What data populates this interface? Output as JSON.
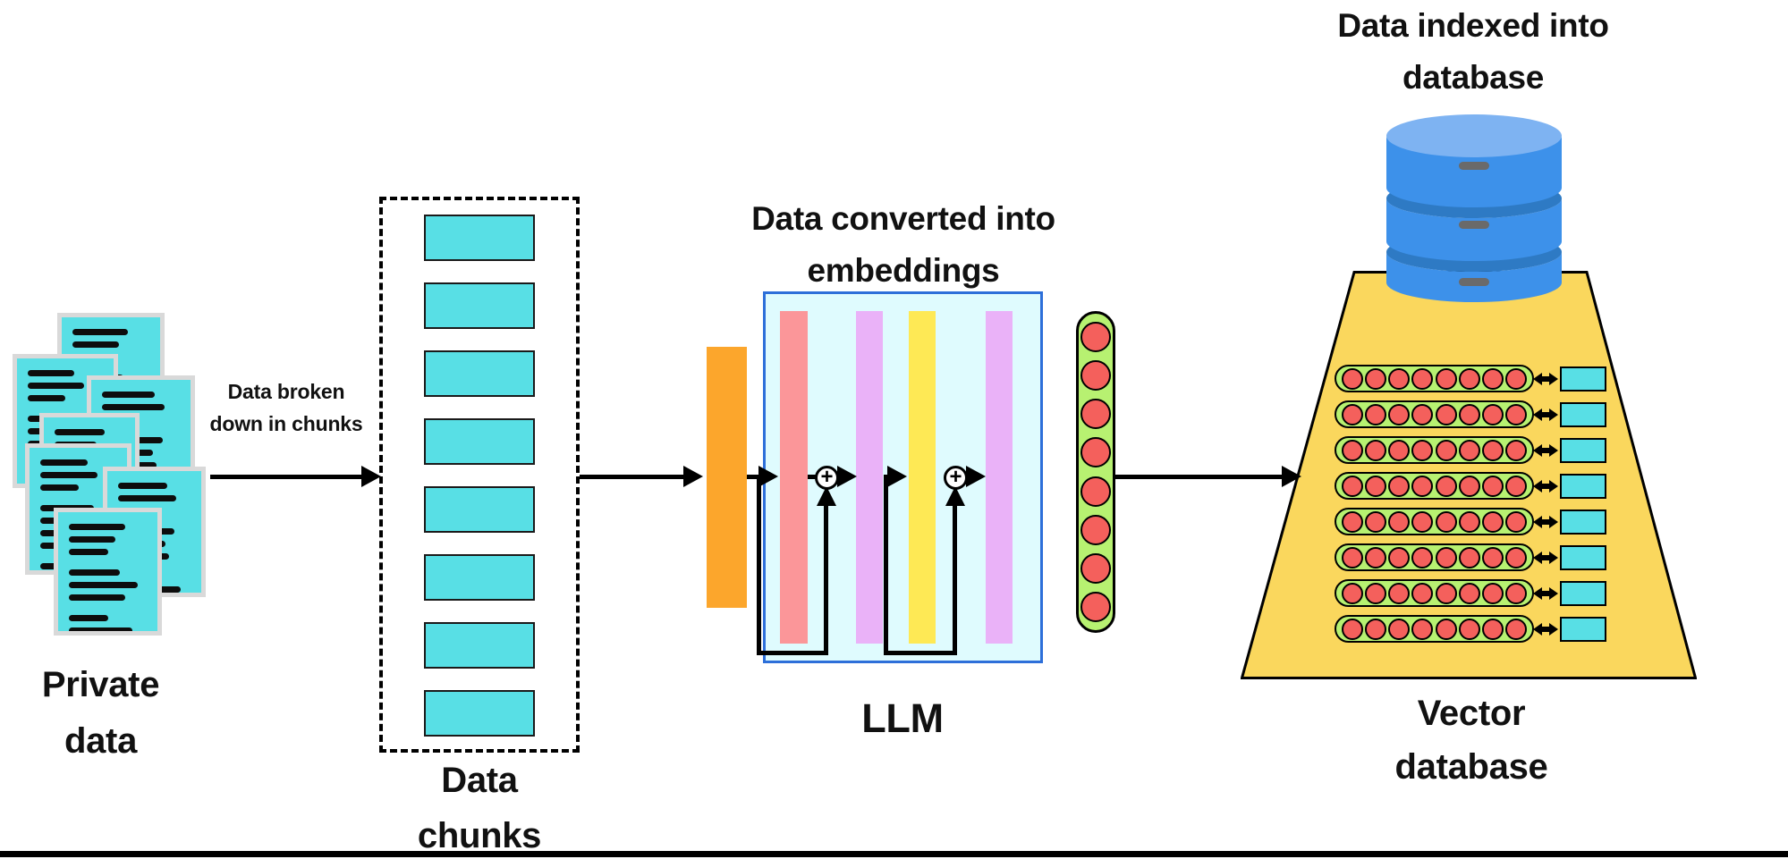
{
  "colors": {
    "canvas_bg": "#ffffff",
    "cyan": "#58dfe5",
    "page_border": "#d9d9d9",
    "ink": "#111111",
    "orange": "#fca62c",
    "llm_box_fill": "#dffbfe",
    "llm_box_border": "#2d6fd9",
    "salmon": "#fb9699",
    "violet": "#eab2f8",
    "yellow": "#fee955",
    "capsule_green": "#b7f171",
    "circle_red": "#f4605c",
    "trapezoid_yellow": "#fad75d",
    "db_top": "#7eb3f2",
    "db_body": "#3d91ea",
    "db_dark": "#2e7ac4",
    "db_dash": "#6a6a6a",
    "arrow_black": "#000000"
  },
  "private_data": {
    "line1": "Private",
    "line2": "data",
    "page_count": 7
  },
  "chunking": {
    "line1": "Data broken",
    "line2": "down in chunks"
  },
  "data_chunks": {
    "line1": "Data",
    "line2": "chunks",
    "chunk_count": 8
  },
  "llm": {
    "title_line1": "Data converted into",
    "title_line2": "embeddings",
    "label": "LLM",
    "plus": "+",
    "bars": [
      "salmon",
      "violet",
      "yellow",
      "violet"
    ]
  },
  "embedding": {
    "circle_count": 8
  },
  "vector_db": {
    "line1": "Vector",
    "line2": "database",
    "row_count": 8,
    "circles_per_row": 8
  },
  "indexed_db": {
    "title_line1": "Data indexed into",
    "title_line2": "database",
    "cylinder_count": 3
  }
}
